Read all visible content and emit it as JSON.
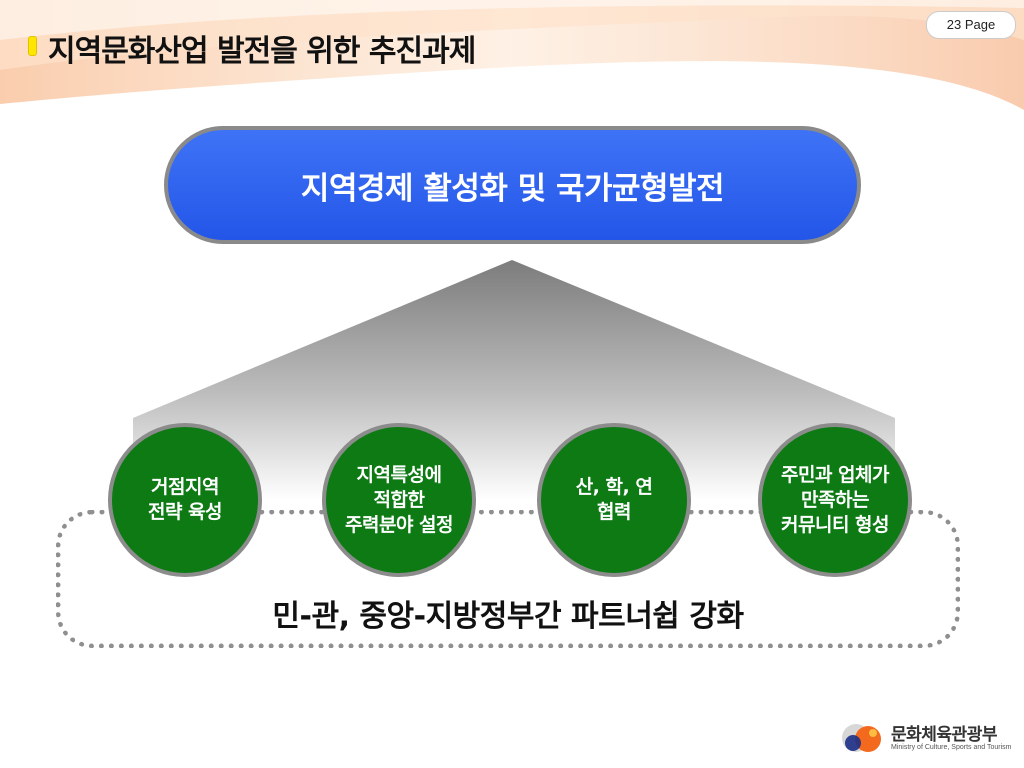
{
  "header": {
    "title": "지역문화산업 발전을 위한 추진과제",
    "page_label": "23 Page"
  },
  "goal": {
    "label": "지역경제 활성화 및 국가균형발전"
  },
  "pillars": [
    {
      "label": "거점지역\n전략 육성"
    },
    {
      "label": "지역특성에\n적합한\n주력분야 설정"
    },
    {
      "label": "산, 학, 연\n협력"
    },
    {
      "label": "주민과 업체가\n만족하는\n커뮤니티 형성"
    }
  ],
  "foundation": {
    "label": "민-관, 중앙-지방정부간 파트너쉽 강화"
  },
  "logo": {
    "name": "문화체육관광부",
    "subtitle": "Ministry of Culture, Sports and Tourism"
  },
  "colors": {
    "goal_blue": "#2f62f0",
    "pillar_green": "#0d7a14",
    "accent_yellow": "#ffe600",
    "border_gray": "#8c8c8c"
  }
}
